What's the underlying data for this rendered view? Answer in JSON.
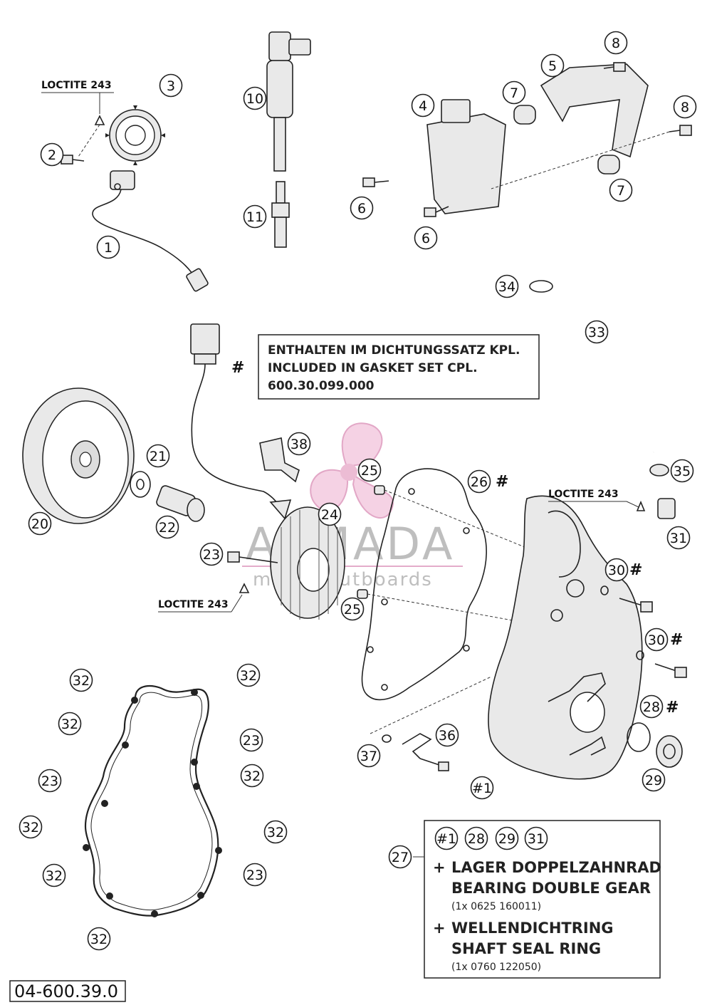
{
  "diagram_code": "04-600.39.0",
  "watermark": {
    "brand": "ARMADA",
    "tagline": "marineoutboards",
    "color": "#e6a6c6"
  },
  "loctite_label": "LOCTITE 243",
  "hash_mark": "#",
  "gasket_note": {
    "line1": "ENTHALTEN IM DICHTUNGSSATZ KPL.",
    "line2": "INCLUDED IN GASKET SET CPL.",
    "line3": "600.30.099.000"
  },
  "kit_box": {
    "callout": "27",
    "refs": [
      "#1",
      "28",
      "29",
      "31"
    ],
    "plus": "+",
    "item1_de": "LAGER DOPPELZAHNRAD",
    "item1_en": "BEARING  DOUBLE GEAR",
    "item1_qty": "(1x  0625 160011)",
    "item2_de": "WELLENDICHTRING",
    "item2_en": "SHAFT SEAL RING",
    "item2_qty": "(1x  0760 122050)"
  },
  "callouts": [
    "1",
    "2",
    "3",
    "4",
    "5",
    "6",
    "7",
    "8",
    "10",
    "11",
    "20",
    "21",
    "22",
    "23",
    "24",
    "25",
    "26",
    "28",
    "29",
    "30",
    "31",
    "32",
    "33",
    "34",
    "35",
    "36",
    "37",
    "38",
    "#1"
  ]
}
